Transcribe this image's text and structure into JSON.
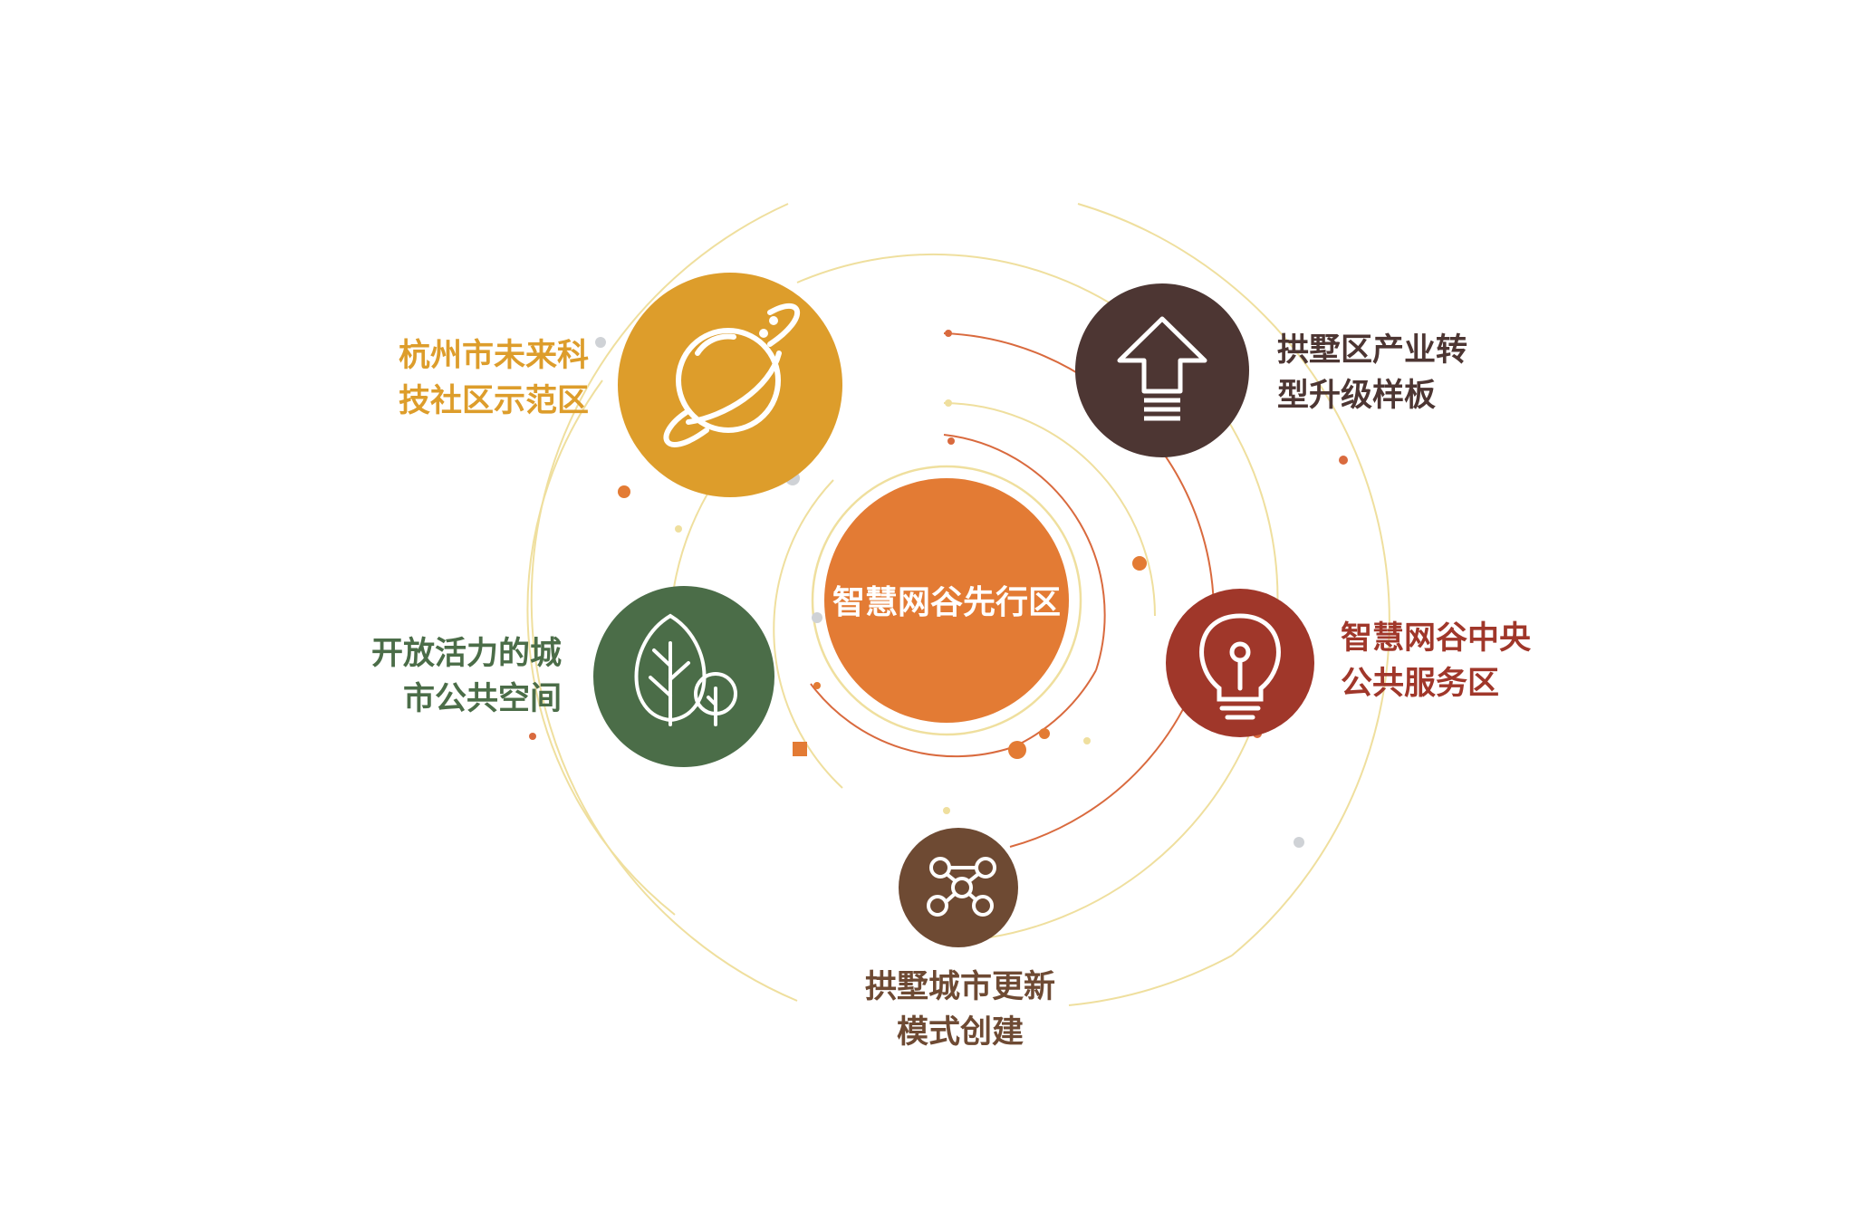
{
  "colors": {
    "background": "#ffffff",
    "center": "#e37b34",
    "future_tech": "#dd9d2b",
    "industry": "#4d3633",
    "public_service": "#a0372a",
    "open_space": "#4b6d48",
    "urban_renewal": "#6e4a33",
    "orbit_light": "#efdf9e",
    "orbit_warm": "#d96a3e",
    "orbit_dot": "#e37b34",
    "orbit_grey": "#cfd2d6"
  },
  "center": {
    "label": "智慧网谷先行区"
  },
  "nodes": [
    {
      "id": "future_tech",
      "icon": "planet-icon",
      "lines": [
        "杭州市未来科",
        "技社区示范区"
      ]
    },
    {
      "id": "industry",
      "icon": "arrow-up-icon",
      "lines": [
        "拱墅区产业转",
        "型升级样板"
      ]
    },
    {
      "id": "public_service",
      "icon": "lightbulb-icon",
      "lines": [
        "智慧网谷中央",
        "公共服务区"
      ]
    },
    {
      "id": "open_space",
      "icon": "trees-icon",
      "lines": [
        "开放活力的城",
        "市公共空间"
      ]
    },
    {
      "id": "urban_renewal",
      "icon": "network-icon",
      "lines": [
        "拱墅城市更新",
        "模式创建"
      ]
    }
  ]
}
